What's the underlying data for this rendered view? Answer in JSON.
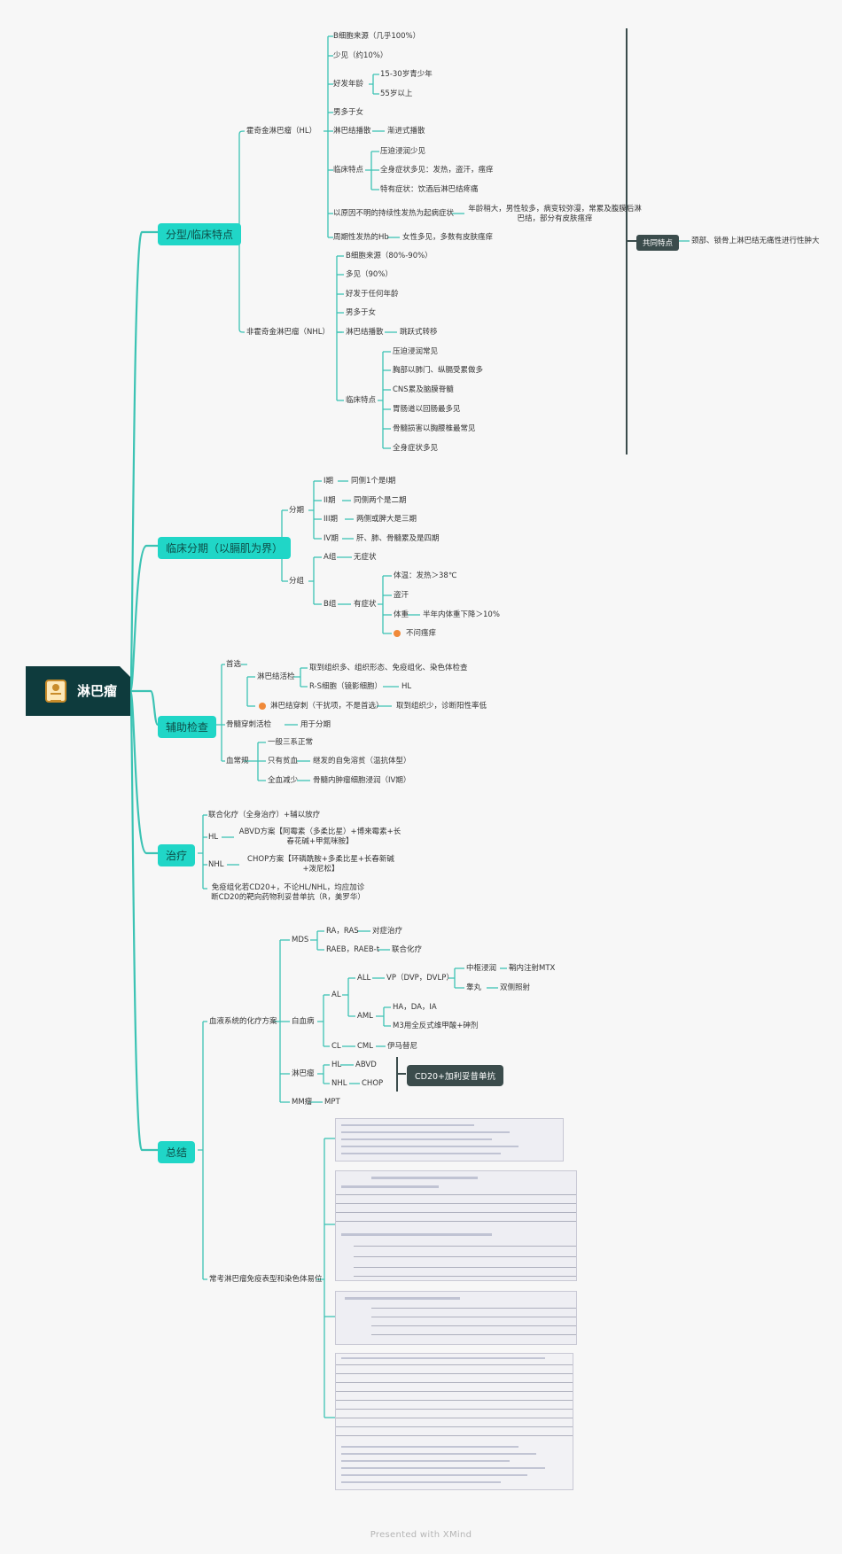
{
  "root": {
    "title": "淋巴瘤",
    "icon": "document-person-icon"
  },
  "categories": {
    "classification": "分型/临床特点",
    "staging": "临床分期（以膈肌为界）",
    "auxiliary": "辅助检查",
    "treatment": "治疗",
    "summary": "总结"
  },
  "hl": {
    "label": "霍奇金淋巴瘤（HL）",
    "origin": "B细胞来源（几乎100%）",
    "rare": "少见（约10%）",
    "age": "好发年龄",
    "age1": "15-30岁青少年",
    "age2": "55岁以上",
    "male": "男多于女",
    "spread": "淋巴结播散",
    "spread_v": "渐进式播散",
    "clinical": "临床特点",
    "c1": "压迫浸润少见",
    "c2": "全身症状多见：发热，盗汗，瘙痒",
    "c3": "特有症状：饮酒后淋巴结疼痛",
    "fever": "以原因不明的持续性发热为起病症状",
    "fever_v": "年龄稍大，男性较多，病变较弥漫，常累及腹膜后淋巴结，部分有皮肤瘙痒",
    "periodic": "周期性发热的Hb",
    "periodic_v": "女性多见，多数有皮肤瘙痒"
  },
  "common": {
    "tag": "共同特点",
    "text": "颈部、锁骨上淋巴结无痛性进行性肿大"
  },
  "nhl": {
    "label": "非霍奇金淋巴瘤（NHL）",
    "origin": "B细胞来源（80%-90%）",
    "common": "多见（90%）",
    "any_age": "好发于任何年龄",
    "male": "男多于女",
    "spread": "淋巴结播散",
    "spread_v": "跳跃式转移",
    "clinical": "临床特点",
    "c1": "压迫浸润常见",
    "c2": "胸部以肺门、纵膈受累做多",
    "c3": "CNS累及脑膜脊髓",
    "c4": "胃肠道以回肠最多见",
    "c5": "骨髓损害以胸腰椎最常见",
    "c6": "全身症状多见"
  },
  "staging": {
    "stage": "分期",
    "s1": "I期",
    "s1_v": "同侧1个是I期",
    "s2": "II期",
    "s2_v": "同侧两个是二期",
    "s3": "III期",
    "s3_v": "两侧或脾大是三期",
    "s4": "IV期",
    "s4_v": "肝、肺、骨髓累及是四期",
    "group": "分组",
    "a": "A组",
    "a_v": "无症状",
    "b": "B组",
    "b_v": "有症状",
    "b1": "体温：发热＞38℃",
    "b2": "盗汗",
    "b3": "体重",
    "b3_v": "半年内体重下降＞10%",
    "b4": "不问瘙痒"
  },
  "aux": {
    "first": "首选",
    "biopsy": "淋巴结活检",
    "biopsy1": "取到组织多、组织形态、免疫组化、染色体检查",
    "biopsy2": "R-S细胞（镜影细胞）",
    "biopsy2_v": "HL",
    "puncture": "淋巴结穿刺（干扰项，不是首选）",
    "puncture_v": "取到组织少，诊断阳性率低",
    "marrow": "骨髓穿刺活检",
    "marrow_v": "用于分期",
    "blood": "血常规",
    "bl1": "一般三系正常",
    "bl2": "只有贫血",
    "bl2_v": "继发的自免溶贫（温抗体型）",
    "bl3": "全血减少",
    "bl3_v": "骨髓内肿瘤细胞浸润（IV期）"
  },
  "treatment": {
    "t1": "联合化疗（全身治疗）+辅以放疗",
    "hl": "HL",
    "hl_v": "ABVD方案【阿霉素（多柔比星）+博来霉素+长春花碱+甲氮咪胺】",
    "nhl": "NHL",
    "nhl_v": "CHOP方案【环磷酰胺+多柔比星+长春新碱+泼尼松】",
    "t4": "免疫组化若CD20+，不论HL/NHL，均应加诊断CD20的靶向药物利妥昔单抗（R，美罗华）"
  },
  "summary": {
    "chemo": "血液系统的化疗方案",
    "mds": "MDS",
    "ra": "RA，RAS",
    "ra_v": "对症治疗",
    "raeb": "RAEB，RAEB-t",
    "raeb_v": "联合化疗",
    "leuk": "白血病",
    "al": "AL",
    "all": "ALL",
    "all_v": "VP（DVP，DVLP）",
    "cns": "中枢浸润",
    "cns_v": "鞘内注射MTX",
    "testis": "睾丸",
    "testis_v": "双侧照射",
    "aml": "AML",
    "aml1": "HA，DA，IA",
    "aml2": "M3用全反式维甲酸+砷剂",
    "cl": "CL",
    "cml": "CML",
    "cml_v": "伊马替尼",
    "lymph": "淋巴瘤",
    "l_hl": "HL",
    "l_hl_v": "ABVD",
    "l_nhl": "NHL",
    "l_nhl_v": "CHOP",
    "cd20": "CD20+加利妥昔单抗",
    "mm": "MM瘤",
    "mm_v": "MPT",
    "immuno": "常考淋巴瘤免疫表型和染色体易位"
  },
  "footer": "Presented with XMind"
}
